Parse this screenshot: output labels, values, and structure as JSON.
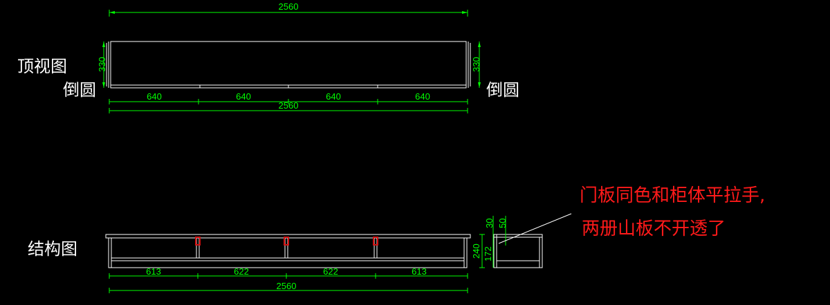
{
  "labels": {
    "top_view": "顶视图",
    "rounded_left": "倒圆",
    "rounded_right": "倒圆",
    "structure": "结构图"
  },
  "note": {
    "line1": "门板同色和柜体平拉手,",
    "line2": "两册山板不开透了"
  },
  "dimensions": {
    "top_overall": "2560",
    "top_depth_left": "330",
    "top_depth_right": "330",
    "top_segments": [
      "640",
      "640",
      "640",
      "640"
    ],
    "top_overall_bottom": "2560",
    "struct_segments": [
      "613",
      "622",
      "622",
      "613"
    ],
    "struct_overall": "2560",
    "side_height": "240",
    "side_top": "30",
    "side_inner": "50",
    "side_bottom": "172"
  },
  "colors": {
    "dimension": "#00ff00",
    "outline": "#ffffff",
    "annotation": "#ff1a1a",
    "handle": "#d01010"
  }
}
